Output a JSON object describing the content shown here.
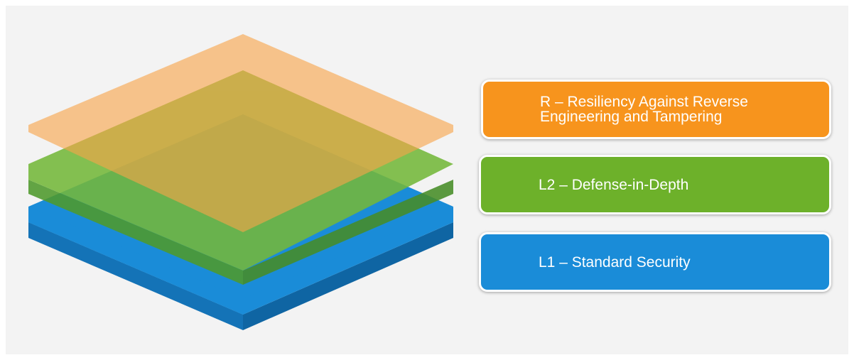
{
  "layers": [
    {
      "id": "r",
      "label": "R – Resiliency Against Reverse\nEngineering and Tampering",
      "color": "#f7941d"
    },
    {
      "id": "l2",
      "label": "L2 – Defense-in-Depth",
      "color": "#6db12a"
    },
    {
      "id": "l1",
      "label": "L1 – Standard Security",
      "color": "#1a8cd8"
    }
  ]
}
